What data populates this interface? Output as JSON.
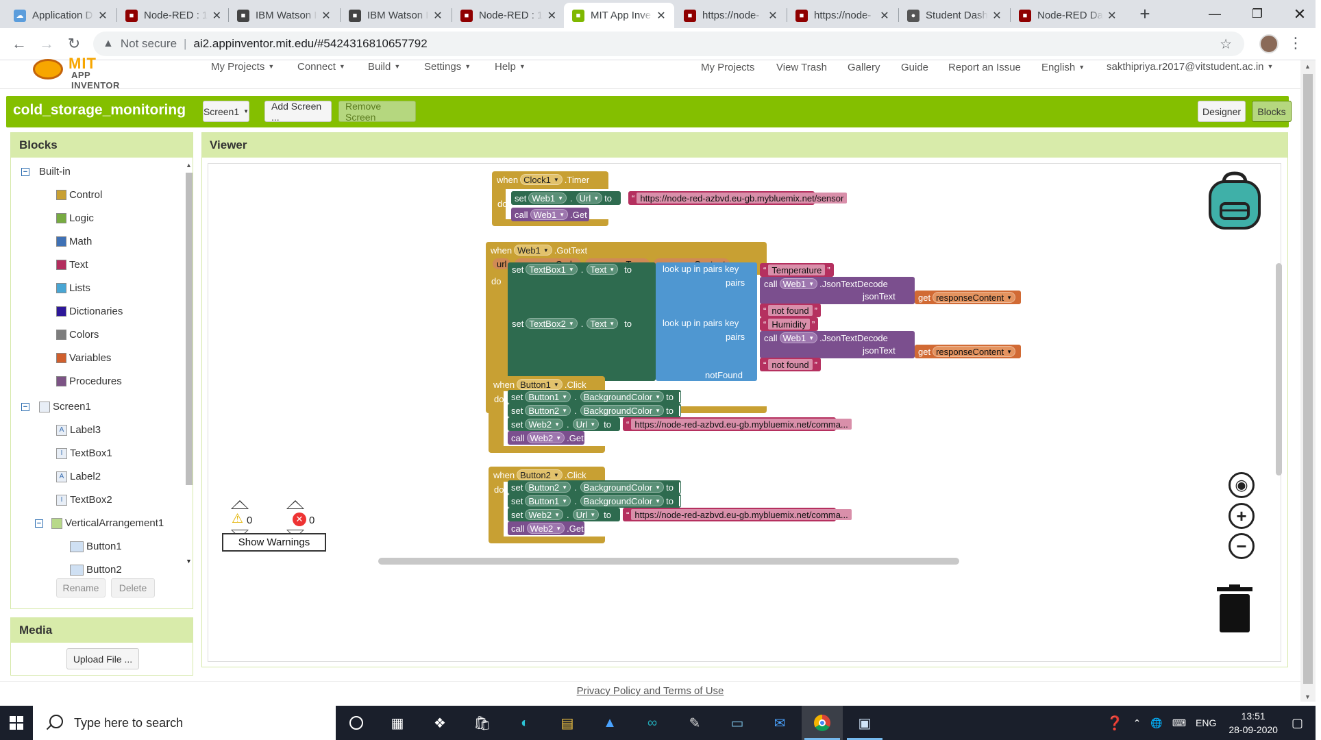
{
  "browser": {
    "tabs": [
      {
        "title": "Application D",
        "icon": "cloud-icon",
        "color": "#5b9ddc"
      },
      {
        "title": "Node-RED : 1",
        "icon": "node-red-icon",
        "color": "#8f0000"
      },
      {
        "title": "IBM Watson I",
        "icon": "ibm-watson-icon",
        "color": "#444444"
      },
      {
        "title": "IBM Watson I",
        "icon": "ibm-watson-icon",
        "color": "#444444"
      },
      {
        "title": "Node-RED : 1",
        "icon": "node-red-icon",
        "color": "#8f0000"
      },
      {
        "title": "MIT App Inve",
        "icon": "app-inventor-icon",
        "color": "#7fb800"
      },
      {
        "title": "https://node-",
        "icon": "node-red-icon",
        "color": "#8f0000"
      },
      {
        "title": "https://node-",
        "icon": "node-red-icon",
        "color": "#8f0000"
      },
      {
        "title": "Student Dash",
        "icon": "globe-icon",
        "color": "#555555"
      },
      {
        "title": "Node-RED Da",
        "icon": "node-red-icon",
        "color": "#8f0000"
      }
    ],
    "active_tab_index": 5,
    "security": "Not secure",
    "url": "ai2.appinventor.mit.edu/#5424316810657792"
  },
  "app_nav": {
    "logo_top": "MIT",
    "logo_bottom": "APP INVENTOR",
    "menus": [
      "My Projects",
      "Connect",
      "Build",
      "Settings",
      "Help"
    ],
    "links": [
      "My Projects",
      "View Trash",
      "Gallery",
      "Guide",
      "Report an Issue",
      "English"
    ],
    "user": "sakthipriya.r2017@vitstudent.ac.in"
  },
  "project": {
    "name": "cold_storage_monitoring",
    "screen": "Screen1",
    "add_screen": "Add Screen ...",
    "remove_screen": "Remove Screen",
    "designer": "Designer",
    "blocks": "Blocks"
  },
  "blocks_panel": {
    "title": "Blocks",
    "builtin_label": "Built-in",
    "builtin": [
      {
        "label": "Control",
        "color": "#c8a033"
      },
      {
        "label": "Logic",
        "color": "#77ab41"
      },
      {
        "label": "Math",
        "color": "#3f71b5"
      },
      {
        "label": "Text",
        "color": "#b32d5e"
      },
      {
        "label": "Lists",
        "color": "#49a6d4"
      },
      {
        "label": "Dictionaries",
        "color": "#2d1799"
      },
      {
        "label": "Colors",
        "color": "#7d7d7d"
      },
      {
        "label": "Variables",
        "color": "#d05f2d"
      },
      {
        "label": "Procedures",
        "color": "#7c5385"
      }
    ],
    "screen_label": "Screen1",
    "components": [
      "Label3",
      "TextBox1",
      "Label2",
      "TextBox2"
    ],
    "arrangement": "VerticalArrangement1",
    "arrangement_children": [
      "Button1",
      "Button2"
    ],
    "rename": "Rename",
    "delete": "Delete"
  },
  "media_panel": {
    "title": "Media",
    "upload": "Upload File ..."
  },
  "viewer": {
    "title": "Viewer",
    "warnings_count": "0",
    "errors_count": "0",
    "show_warnings": "Show Warnings"
  },
  "kw": {
    "when": "when",
    "do": "do",
    "set": "set",
    "to": "to",
    "call": "call",
    "get": "get",
    "lookup": "look up in pairs  key",
    "pairs": "pairs",
    "notFound": "notFound",
    "jsonText": "jsonText",
    "dot": "."
  },
  "code": {
    "clock_event": {
      "component": "Clock1",
      "event": ".Timer"
    },
    "clock_set": {
      "component": "Web1",
      "prop": "Url",
      "value": "https://node-red-azbvd.eu-gb.mybluemix.net/sensor"
    },
    "clock_call": {
      "component": "Web1",
      "method": ".Get"
    },
    "web_event": {
      "component": "Web1",
      "event": ".GotText",
      "params": [
        "url",
        "responseCode",
        "responseType",
        "responseContent"
      ]
    },
    "web_set1": {
      "component": "TextBox1",
      "prop": "Text",
      "key": "Temperature",
      "call_comp": "Web1",
      "call_method": ".JsonTextDecode",
      "get_var": "responseContent",
      "notfound": "not found"
    },
    "web_set2": {
      "component": "TextBox2",
      "prop": "Text",
      "key": "Humidity",
      "call_comp": "Web1",
      "call_method": ".JsonTextDecode",
      "get_var": "responseContent",
      "notfound": "not found"
    },
    "b1_event": {
      "component": "Button1",
      "event": ".Click"
    },
    "b1_rows": [
      {
        "component": "Button1",
        "prop": "BackgroundColor",
        "color": "#4ce84c"
      },
      {
        "component": "Button2",
        "prop": "BackgroundColor",
        "color": "#ee1111"
      }
    ],
    "b1_url": {
      "component": "Web2",
      "prop": "Url",
      "value": "https://node-red-azbvd.eu-gb.mybluemix.net/comma..."
    },
    "b1_call": {
      "component": "Web2",
      "method": ".Get"
    },
    "b2_event": {
      "component": "Button2",
      "event": ".Click"
    },
    "b2_rows": [
      {
        "component": "Button2",
        "prop": "BackgroundColor",
        "color": "#4ce84c"
      },
      {
        "component": "Button1",
        "prop": "BackgroundColor",
        "color": "#ee1111"
      }
    ],
    "b2_url": {
      "component": "Web2",
      "prop": "Url",
      "value": "https://node-red-azbvd.eu-gb.mybluemix.net/comma..."
    },
    "b2_call": {
      "component": "Web2",
      "method": ".Get"
    }
  },
  "footer": "Privacy Policy and Terms of Use",
  "taskbar": {
    "search_placeholder": "Type here to search",
    "lang": "ENG",
    "time": "13:51",
    "date": "28-09-2020"
  }
}
